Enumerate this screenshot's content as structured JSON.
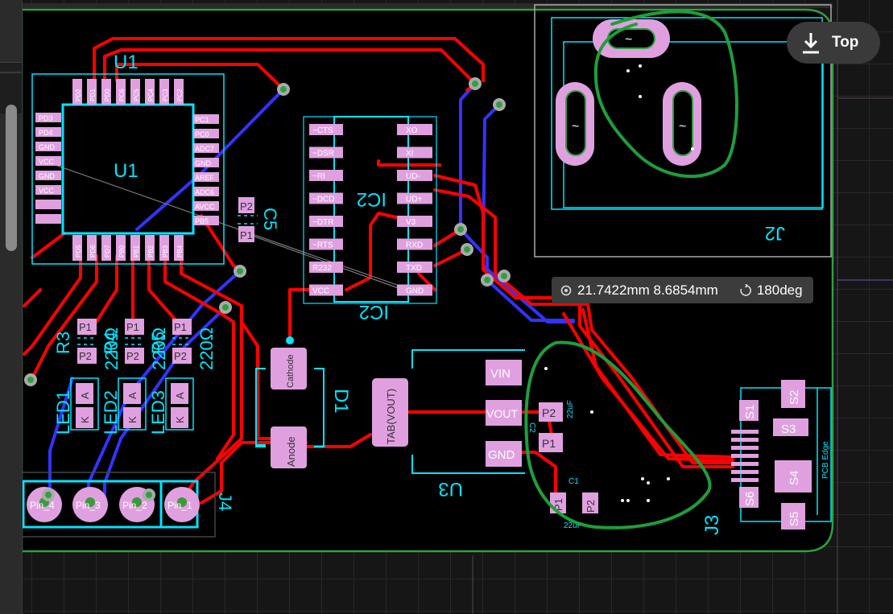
{
  "toolbar": {
    "top_label": "Top"
  },
  "cursor_readout": {
    "position": "21.7422mm 8.6854mm",
    "rotation": "180deg"
  },
  "board": {
    "ic_u1": {
      "designator": "U1",
      "pins_left": [
        "PD3",
        "PD4",
        "GND",
        "VCC",
        "GND",
        "VCC",
        "",
        ""
      ],
      "pins_right": [
        "PC1",
        "PC0",
        "ADC7",
        "GND",
        "AREF",
        "ADC6",
        "AVCC",
        "PB5"
      ],
      "pins_top": [
        "PD2",
        "PD1",
        "PD0",
        "PC6",
        "PC5",
        "PC4",
        "PC3",
        "PC2"
      ],
      "pins_bottom": [
        "PD5",
        "PD6",
        "PD7",
        "PB0",
        "PB1",
        "PB2",
        "PB3",
        "PB4"
      ]
    },
    "ic_ic2": {
      "designator": "IC2",
      "pins_left": [
        "~CTS",
        "~DSR",
        "~RI",
        "~DCD",
        "~DTR",
        "~RTS",
        "R232",
        "VCC"
      ],
      "pins_right": [
        "XO",
        "XI",
        "UD-",
        "UD+",
        "V3",
        "RXD",
        "TXD",
        "GND"
      ]
    },
    "c5": {
      "designator": "C5",
      "pads": [
        "P2",
        "P1"
      ]
    },
    "resistors": [
      {
        "designator": "R3",
        "value": "220Ω",
        "pads": [
          "P1",
          "P2"
        ]
      },
      {
        "designator": "R4",
        "value": "220Ω",
        "pads": [
          "P1",
          "P2"
        ]
      },
      {
        "designator": "R5",
        "value": "220Ω",
        "pads": [
          "P1",
          "P2"
        ]
      }
    ],
    "leds": [
      {
        "designator": "LED1",
        "pads": [
          "A",
          "K"
        ]
      },
      {
        "designator": "LED2",
        "pads": [
          "A",
          "K"
        ]
      },
      {
        "designator": "LED3",
        "pads": [
          "A",
          "K"
        ]
      }
    ],
    "d1": {
      "designator": "D1",
      "pads": [
        "Cathode",
        "Anode"
      ]
    },
    "u3": {
      "designator": "U3",
      "tab_label": "TAB(VOUT)",
      "pads": [
        "VIN",
        "VOUT",
        "GND"
      ]
    },
    "c2": {
      "designator": "C2",
      "value": "22uF",
      "pads": [
        "P2",
        "P1"
      ]
    },
    "c1": {
      "designator": "C1",
      "value": "22uF",
      "pads": [
        "P1",
        "P2"
      ]
    },
    "j2": {
      "designator": "J2",
      "pad_symbol": "~"
    },
    "j3": {
      "designator": "J3",
      "pads": [
        "S1",
        "S2",
        "S3",
        "S4",
        "S5",
        "S6"
      ],
      "edge_label": "PCB Edge"
    },
    "j4": {
      "designator": "J4",
      "pins": [
        "Pin_4",
        "Pin_3",
        "Pin_2",
        "Pin_1"
      ]
    }
  },
  "colors": {
    "top_copper": "#ff0000",
    "bottom_copper": "#3333ff",
    "pad": "#e0a0e0",
    "silkscreen": "#00e5ff",
    "board_outline": "#2ea043",
    "annotation": "#1f9e3a"
  }
}
